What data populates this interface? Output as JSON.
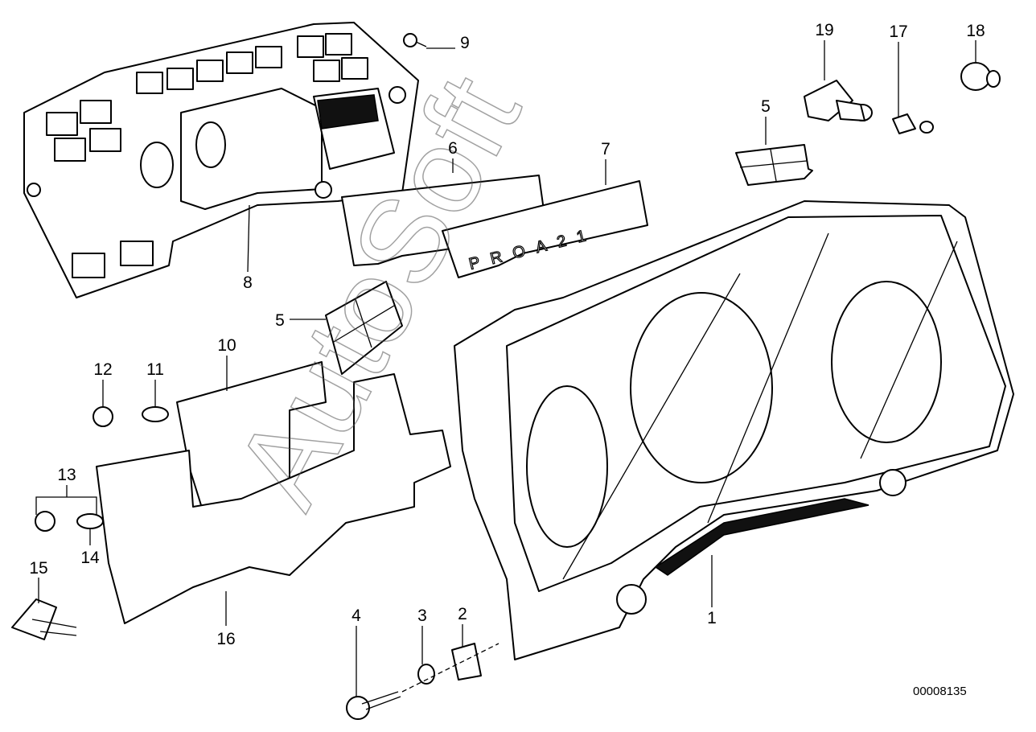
{
  "diagram": {
    "reference_number": "00008135",
    "watermark": "AutoSoft",
    "display_label_text": "PROA21",
    "callouts": [
      {
        "number": "1",
        "part": "instrument-cluster-housing"
      },
      {
        "number": "2",
        "part": "clip-nut"
      },
      {
        "number": "3",
        "part": "washer"
      },
      {
        "number": "4",
        "part": "screw"
      },
      {
        "number": "5",
        "part": "indicator-film"
      },
      {
        "number": "5",
        "part": "indicator-film"
      },
      {
        "number": "6",
        "part": "cover-strip"
      },
      {
        "number": "7",
        "part": "gear-indicator-strip"
      },
      {
        "number": "8",
        "part": "rear-housing-cover"
      },
      {
        "number": "9",
        "part": "screw"
      },
      {
        "number": "10",
        "part": "printed-circuit-board"
      },
      {
        "number": "11",
        "part": "bulb"
      },
      {
        "number": "12",
        "part": "bulb-socket"
      },
      {
        "number": "13",
        "part": "bulb-and-socket-set"
      },
      {
        "number": "14",
        "part": "bulb"
      },
      {
        "number": "15",
        "part": "connector"
      },
      {
        "number": "16",
        "part": "printed-circuit-board"
      },
      {
        "number": "17",
        "part": "bulb-socket"
      },
      {
        "number": "18",
        "part": "knob"
      },
      {
        "number": "19",
        "part": "lamp-holder"
      }
    ]
  }
}
